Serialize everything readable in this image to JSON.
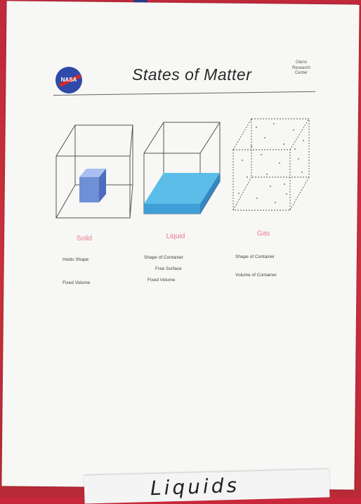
{
  "poster": {
    "title": "States of Matter",
    "center_lines": [
      "Glenn",
      "Research",
      "Center"
    ],
    "logo_text": "NASA"
  },
  "states": [
    {
      "name": "Solid",
      "lines": [
        "Holds Shape",
        "Fixed Volume"
      ]
    },
    {
      "name": "Liquid",
      "lines": [
        "Shape of Container",
        "Free Surface",
        "Fixed Volume"
      ]
    },
    {
      "name": "Gas",
      "lines": [
        "Shape of Container",
        "Volume of Container"
      ]
    }
  ],
  "bottom_sign": {
    "text": "Liquids"
  },
  "colors": {
    "background_red": "#c8283a",
    "poster": "#f7f7f5",
    "fluid_blue": "#5bbde8",
    "label_pink": "#e77a8e"
  }
}
